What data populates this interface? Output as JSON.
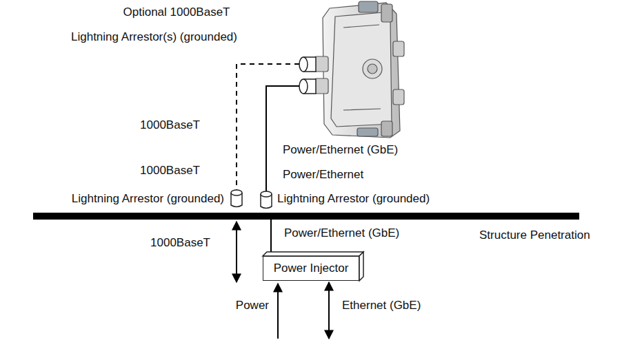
{
  "diagram": {
    "nodes": [
      {
        "text": [
          "Power Injector"
        ]
      }
    ],
    "labels": [
      "Optional 1000BaseT",
      "Lightning Arrestor(s) (grounded)",
      "1000BaseT",
      "Power/Ethernet (GbE)",
      "1000BaseT",
      "Power/Ethernet",
      "Lightning Arrestor (grounded)",
      "Lightning Arrestor (grounded)",
      "Power/Ethernet (GbE)",
      "Structure Penetration",
      "1000BaseT",
      "Power",
      "Ethernet (GbE)"
    ]
  }
}
